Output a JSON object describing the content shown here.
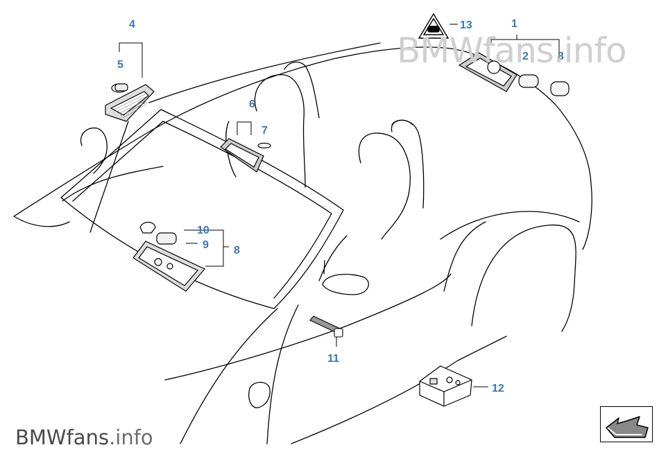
{
  "watermark_top": "BMWfans.info",
  "watermark_bottom": {
    "brand": "BMWfans",
    "suffix": ".info"
  },
  "callouts": {
    "c1": "1",
    "c2": "2",
    "c3": "3",
    "c4": "4",
    "c5": "5",
    "c6": "6",
    "c7": "7",
    "c8": "8",
    "c9": "9",
    "c10": "10",
    "c11": "11",
    "c12": "12",
    "c13": "13"
  },
  "colors": {
    "callout": "#3a78b5",
    "line": "#000000",
    "watermark": "#cfcfcf"
  },
  "icons": {
    "next_page": "arrow-down-left-icon",
    "warning_symbol": "warning-triangle-icon"
  }
}
